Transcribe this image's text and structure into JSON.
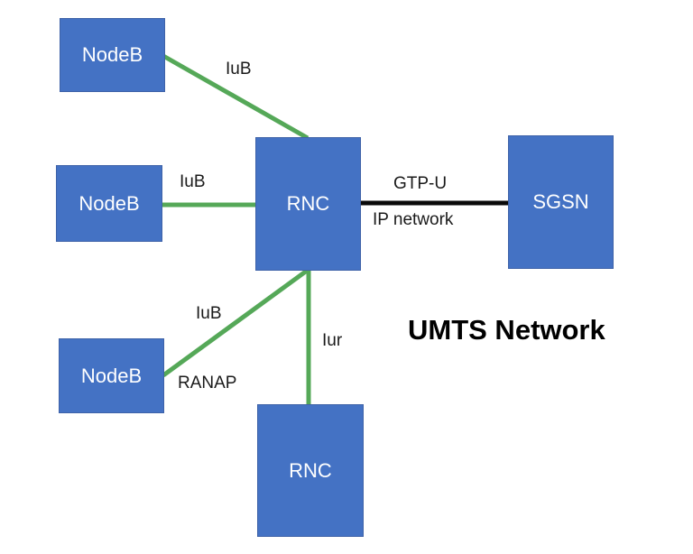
{
  "diagram": {
    "title": "UMTS Network",
    "nodes": [
      {
        "id": "nodeb-top",
        "label": "NodeB"
      },
      {
        "id": "nodeb-mid",
        "label": "NodeB"
      },
      {
        "id": "nodeb-bottom",
        "label": "NodeB"
      },
      {
        "id": "rnc-center",
        "label": "RNC"
      },
      {
        "id": "sgsn",
        "label": "SGSN"
      },
      {
        "id": "rnc-bottom",
        "label": "RNC"
      }
    ],
    "connections": [
      {
        "from": "NodeB (top)",
        "to": "RNC",
        "label": "IuB"
      },
      {
        "from": "NodeB (middle)",
        "to": "RNC",
        "label": "IuB"
      },
      {
        "from": "RNC",
        "to": "SGSN",
        "label": "GTP-U",
        "sublabel": "IP network"
      },
      {
        "from": "NodeB (bottom)",
        "to": "RNC",
        "label": "IuB",
        "sublabel": "RANAP"
      },
      {
        "from": "RNC",
        "to": "RNC (bottom)",
        "label": "Iur"
      }
    ]
  },
  "colors": {
    "node_fill": "#4472c4",
    "node_border": "#3e62a8",
    "node_text": "#ffffff",
    "green_link": "#55a858",
    "black_link": "#0a0a0a",
    "label_text": "#1a1a1a"
  }
}
